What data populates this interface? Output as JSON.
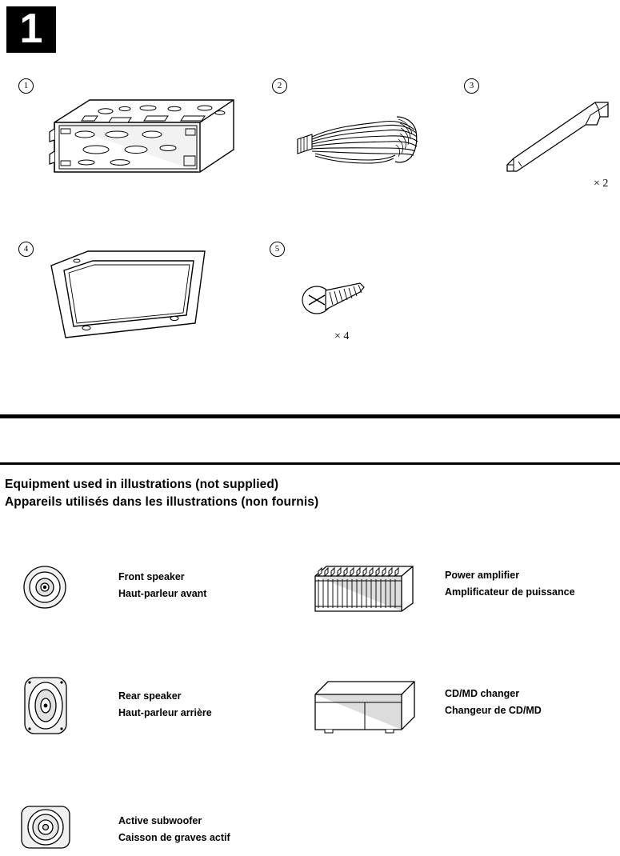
{
  "step": {
    "number": "1"
  },
  "parts": [
    {
      "id": "part-1",
      "marker": "1",
      "quantity": ""
    },
    {
      "id": "part-2",
      "marker": "2",
      "quantity": ""
    },
    {
      "id": "part-3",
      "marker": "3",
      "quantity": "× 2"
    },
    {
      "id": "part-4",
      "marker": "4",
      "quantity": ""
    },
    {
      "id": "part-5",
      "marker": "5",
      "quantity": "× 4"
    }
  ],
  "headings": {
    "english": "Equipment used in illustrations (not supplied)",
    "french": "Appareils utilisés dans les illustrations (non fournis)"
  },
  "equipment": [
    {
      "id": "front-speaker",
      "english": "Front speaker",
      "french": "Haut-parleur avant"
    },
    {
      "id": "power-amplifier",
      "english": "Power amplifier",
      "french": "Amplificateur de puissance"
    },
    {
      "id": "rear-speaker",
      "english": "Rear speaker",
      "french": "Haut-parleur arrière"
    },
    {
      "id": "cd-md-changer",
      "english": "CD/MD changer",
      "french": "Changeur de CD/MD"
    },
    {
      "id": "active-subwoofer",
      "english": "Active subwoofer",
      "french": "Caisson de graves actif"
    }
  ],
  "colors": {
    "ink": "#000000",
    "paper": "#ffffff",
    "fill_light": "#e8e8e8",
    "fill_mid": "#c9c9c9"
  }
}
